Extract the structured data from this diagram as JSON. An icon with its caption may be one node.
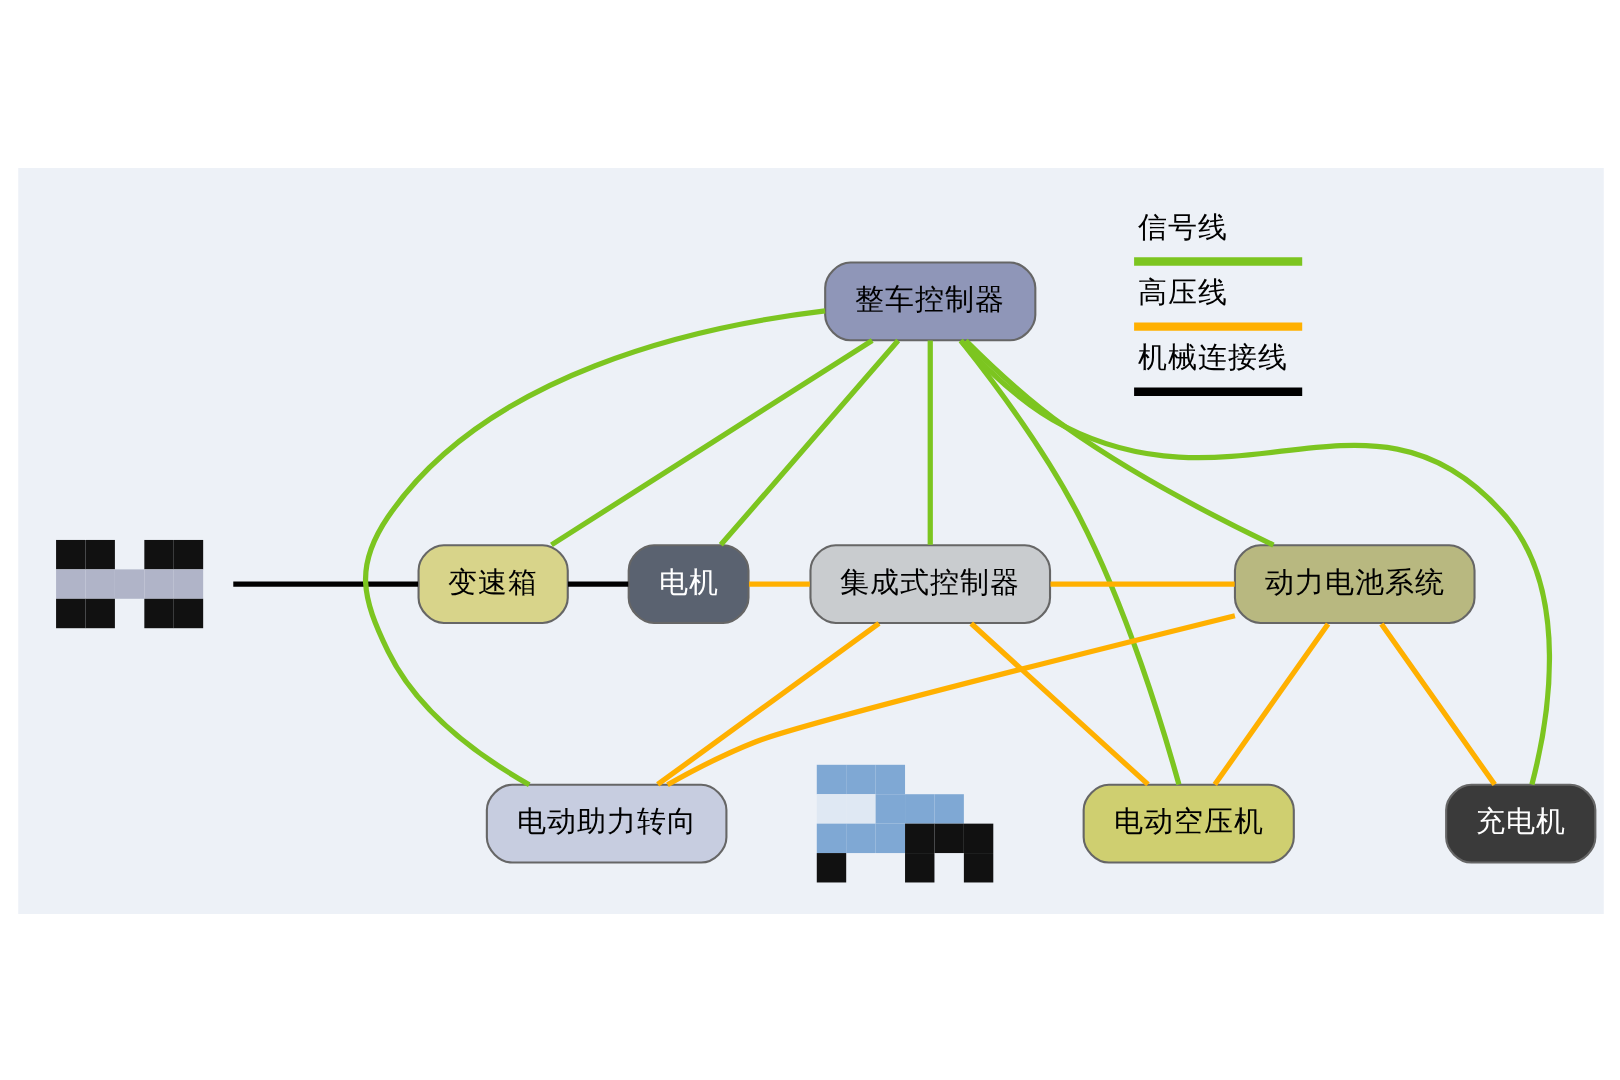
{
  "diagram": {
    "nodes": [
      {
        "text": [],
        "shape": "picture"
      },
      {
        "text": [
          "变速箱"
        ]
      },
      {
        "text": [
          "电机"
        ]
      },
      {
        "text": [
          "整车控制器"
        ]
      },
      {
        "text": [
          "集成式控制器"
        ]
      },
      {
        "text": [
          "动力电池系统"
        ]
      },
      {
        "text": [],
        "shape": "picture"
      },
      {
        "text": [
          "电动助力转向"
        ]
      },
      {
        "text": [
          "电动空压机"
        ]
      },
      {
        "text": [
          "充电机"
        ]
      }
    ],
    "edges": [
      {
        "from": 0,
        "to": 1,
        "arrow": "none",
        "color": "#000000"
      },
      {
        "from": 1,
        "to": 2,
        "arrow": "none",
        "color": "#000000"
      },
      {
        "from": 3,
        "to": 1,
        "arrow": "none",
        "color": "#7cc520"
      },
      {
        "from": 3,
        "to": 2,
        "arrow": "none",
        "color": "#7cc520"
      },
      {
        "from": 3,
        "to": 4,
        "arrow": "none",
        "color": "#7cc520"
      },
      {
        "from": 3,
        "to": 5,
        "arrow": "none",
        "color": "#7cc520"
      },
      {
        "from": 3,
        "to": 7,
        "arrow": "none",
        "color": "#7cc520"
      },
      {
        "from": 3,
        "to": 8,
        "arrow": "none",
        "color": "#7cc520"
      },
      {
        "from": 3,
        "to": 9,
        "arrow": "none",
        "color": "#7cc520"
      },
      {
        "from": 2,
        "to": 4,
        "arrow": "none",
        "color": "#ffb000"
      },
      {
        "from": 4,
        "to": 5,
        "arrow": "none",
        "color": "#ffb000"
      },
      {
        "from": 4,
        "to": 7,
        "arrow": "none",
        "color": "#ffb000"
      },
      {
        "from": 4,
        "to": 8,
        "arrow": "none",
        "color": "#ffb000"
      },
      {
        "from": 5,
        "to": 7,
        "arrow": "none",
        "color": "#ffb000"
      },
      {
        "from": 5,
        "to": 8,
        "arrow": "none",
        "color": "#ffb000"
      },
      {
        "from": 5,
        "to": 9,
        "arrow": "none",
        "color": "#ffb000"
      }
    ],
    "legend": [
      {
        "text": "信号线",
        "color": "#7cc520"
      },
      {
        "text": "高压线",
        "color": "#ffb000"
      },
      {
        "text": "机械连接线",
        "color": "#000000"
      }
    ]
  }
}
